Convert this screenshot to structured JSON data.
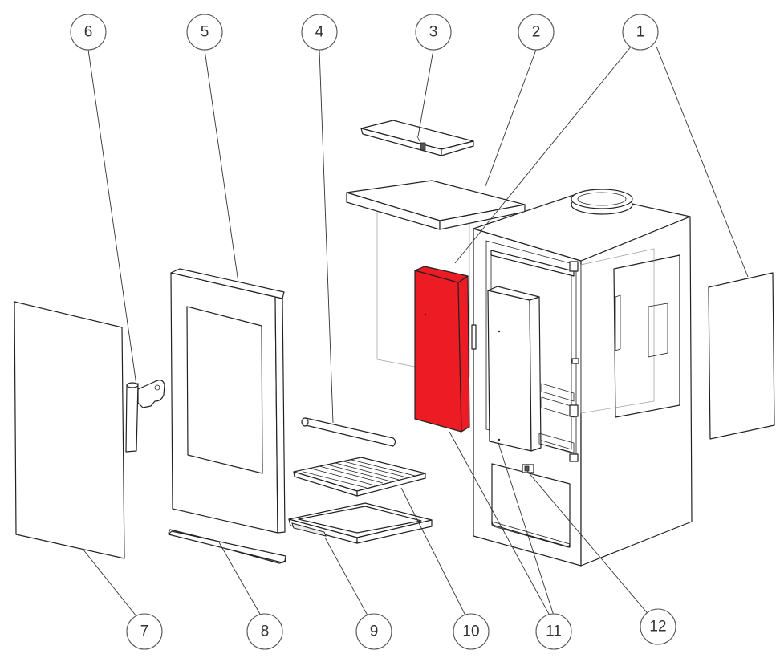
{
  "callouts": [
    {
      "id": "1",
      "label": "1"
    },
    {
      "id": "2",
      "label": "2"
    },
    {
      "id": "3",
      "label": "3"
    },
    {
      "id": "4",
      "label": "4"
    },
    {
      "id": "5",
      "label": "5"
    },
    {
      "id": "6",
      "label": "6"
    },
    {
      "id": "7",
      "label": "7"
    },
    {
      "id": "8",
      "label": "8"
    },
    {
      "id": "9",
      "label": "9"
    },
    {
      "id": "10",
      "label": "10"
    },
    {
      "id": "11",
      "label": "11"
    },
    {
      "id": "12",
      "label": "12"
    }
  ],
  "colors": {
    "highlight": "#ed1c24",
    "line": "#222222",
    "background": "#ffffff"
  }
}
